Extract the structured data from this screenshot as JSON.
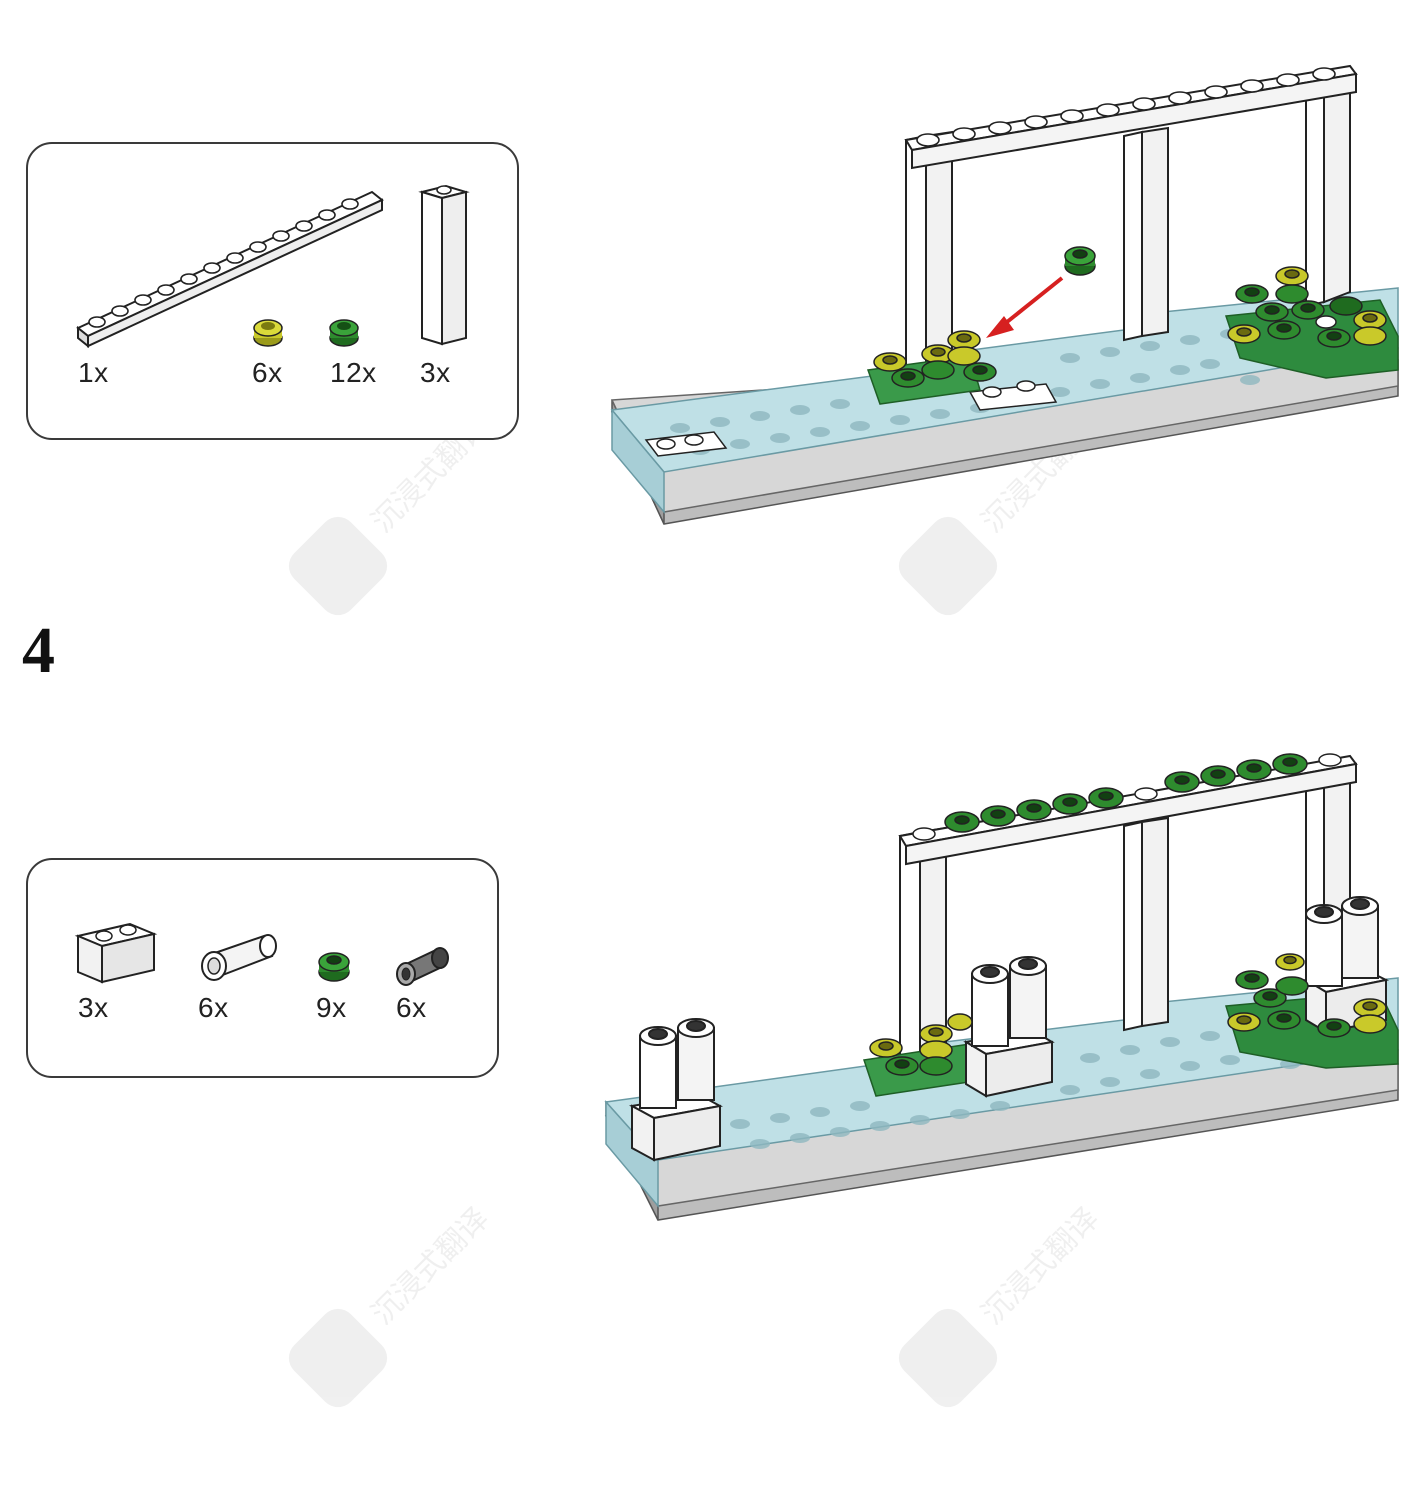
{
  "steps": [
    {
      "parts": [
        {
          "qty": "1x",
          "icon": "long-white-plate"
        },
        {
          "qty": "6x",
          "icon": "yellow-round-plate"
        },
        {
          "qty": "12x",
          "icon": "green-round-plate"
        },
        {
          "qty": "3x",
          "icon": "tall-white-column"
        }
      ]
    },
    {
      "number": "4",
      "parts": [
        {
          "qty": "3x",
          "icon": "white-brick-1x2"
        },
        {
          "qty": "6x",
          "icon": "white-round-brick"
        },
        {
          "qty": "9x",
          "icon": "green-round-plate"
        },
        {
          "qty": "6x",
          "icon": "black-round-brick"
        }
      ]
    }
  ],
  "watermark": {
    "text": "沉浸式翻译"
  },
  "colors": {
    "base_blue": "#bfe0e6",
    "green": "#2e8b2e",
    "lime": "#c9c92a",
    "arrow_red": "#d62020",
    "frame_white": "#ffffff",
    "outline": "#222222"
  }
}
